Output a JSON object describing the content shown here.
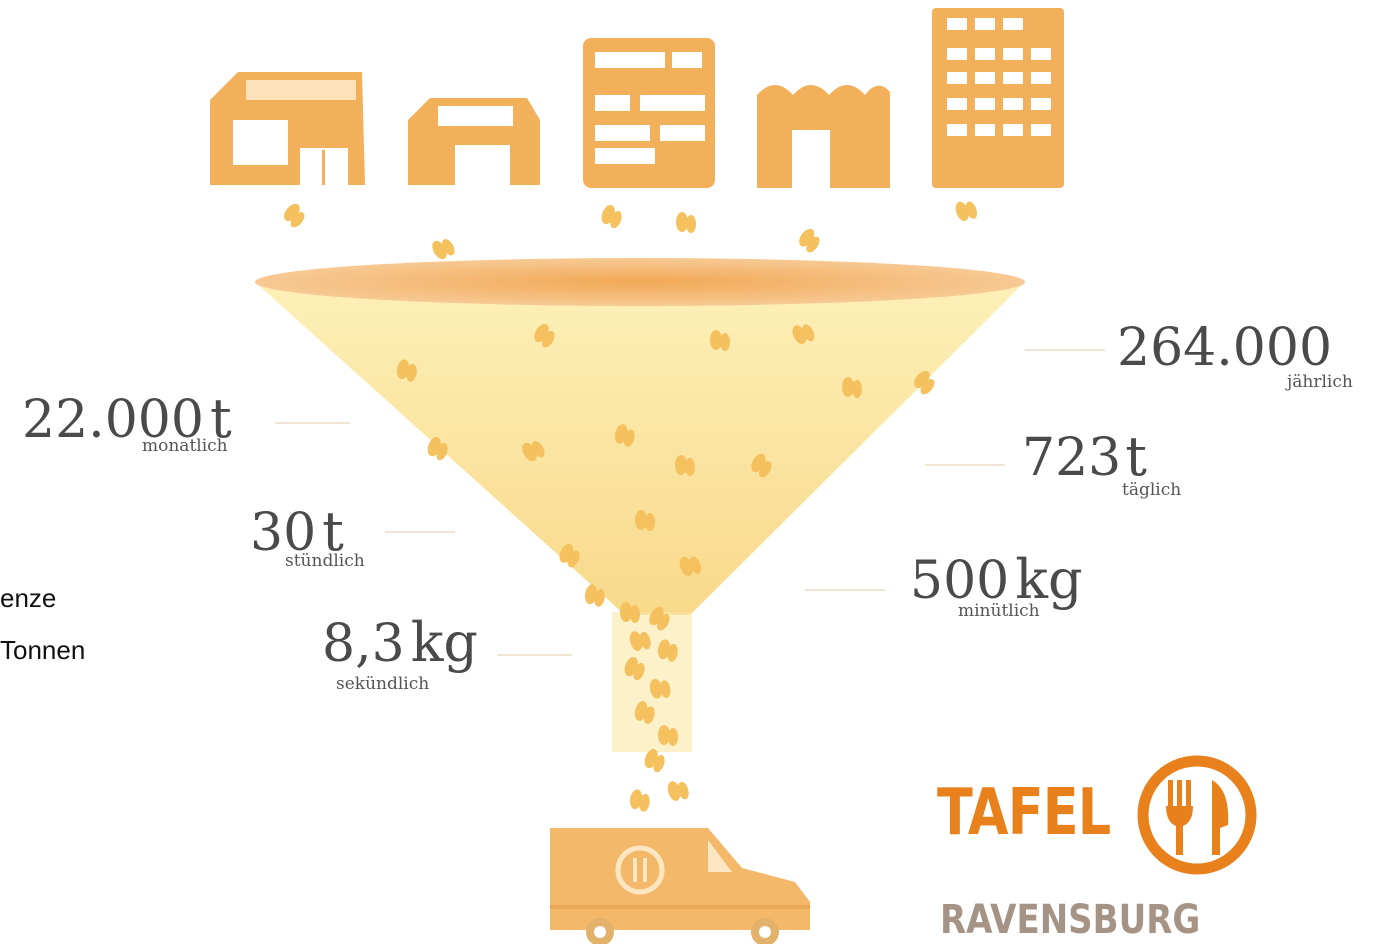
{
  "left_text": {
    "line1": "enze",
    "line2": "Tonnen"
  },
  "stats": {
    "yearly": {
      "value": "264.000",
      "unit": "",
      "label": "jährlich"
    },
    "monthly": {
      "value": "22.000",
      "unit": "t",
      "label": "monatlich"
    },
    "daily": {
      "value": "723",
      "unit": "t",
      "label": "täglich"
    },
    "hourly": {
      "value": "30",
      "unit": "t",
      "label": "stündlich"
    },
    "minutely": {
      "value": "500",
      "unit": "kg",
      "label": "minütlich"
    },
    "secondly": {
      "value": "8,3",
      "unit": "kg",
      "label": "sekündlich"
    }
  },
  "logo": {
    "name": "TAFEL",
    "city": "RAVENSBURG",
    "icon": "fork-knife-circle-icon"
  },
  "colors": {
    "buildings": "#f2b05a",
    "funnel_rim": "#f0a64a",
    "funnel_body": "#fbe9a8",
    "food_items": "#f4c15e",
    "logo_orange": "#e8801c",
    "logo_grey": "#a59486",
    "text": "#4a4a4a"
  }
}
